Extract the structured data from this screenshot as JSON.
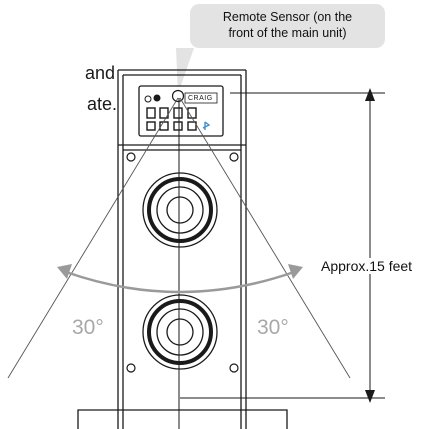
{
  "fragments": {
    "line1": "and",
    "line2": "ate."
  },
  "callout": {
    "line1": "Remote Sensor (on the",
    "line2": "front of the main unit)"
  },
  "panel_brand": "CRAIG",
  "distance_label": "Approx.15 feet",
  "angles": {
    "left": "30°",
    "right": "30°"
  },
  "colors": {
    "line": "#1a1a1a",
    "arc": "#9a9a9a",
    "callout_bg": "#e3e3e3",
    "accent": "#3a8fd6"
  }
}
